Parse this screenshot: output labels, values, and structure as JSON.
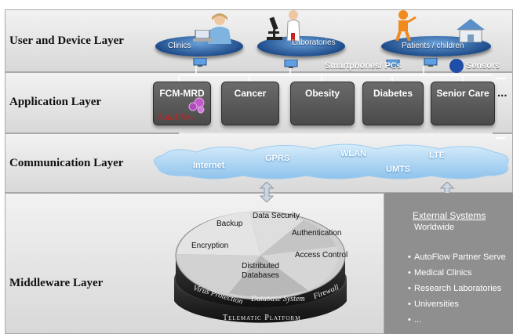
{
  "layers": {
    "user": "User and Device Layer",
    "application": "Application Layer",
    "communication": "Communication Layer",
    "middleware": "Middleware Layer"
  },
  "devices": {
    "clinics": "Clinics",
    "laboratories": "Laboratories",
    "patients": "Patients / children",
    "smartphones": "Smartphones/ PCs",
    "sensors": "Sensors"
  },
  "applications": [
    "FCM-MRD",
    "Cancer",
    "Obesity",
    "Diabetes",
    "Senior Care"
  ],
  "applications_more": "...",
  "autoflow_logo": "AutoFlow",
  "networks": {
    "internet": "Internet",
    "gprs": "GPRS",
    "wlan": "WLAN",
    "lte": "LTE",
    "umts": "UMTS"
  },
  "platform": {
    "slices": [
      "Data Security",
      "Authentication",
      "Access Control",
      "Distributed Databases",
      "Encryption",
      "Backup"
    ],
    "rim": [
      "Virus Protection",
      "Database System",
      "Firewall"
    ],
    "base": "Telematic Platform"
  },
  "external": {
    "title": "External Systems",
    "subtitle": "Worldwide",
    "items": [
      "AutoFlow Partner Serve",
      "Medical Clinics",
      "Research Laboratories",
      "Universities",
      "..."
    ]
  },
  "colors": {
    "plate_blue": "#1f4e8c",
    "app_box": "#4a4a4a",
    "cloud": "#a9d4f5",
    "autoflow_red": "#cc2222",
    "external_bg": "#8f8f8f"
  }
}
